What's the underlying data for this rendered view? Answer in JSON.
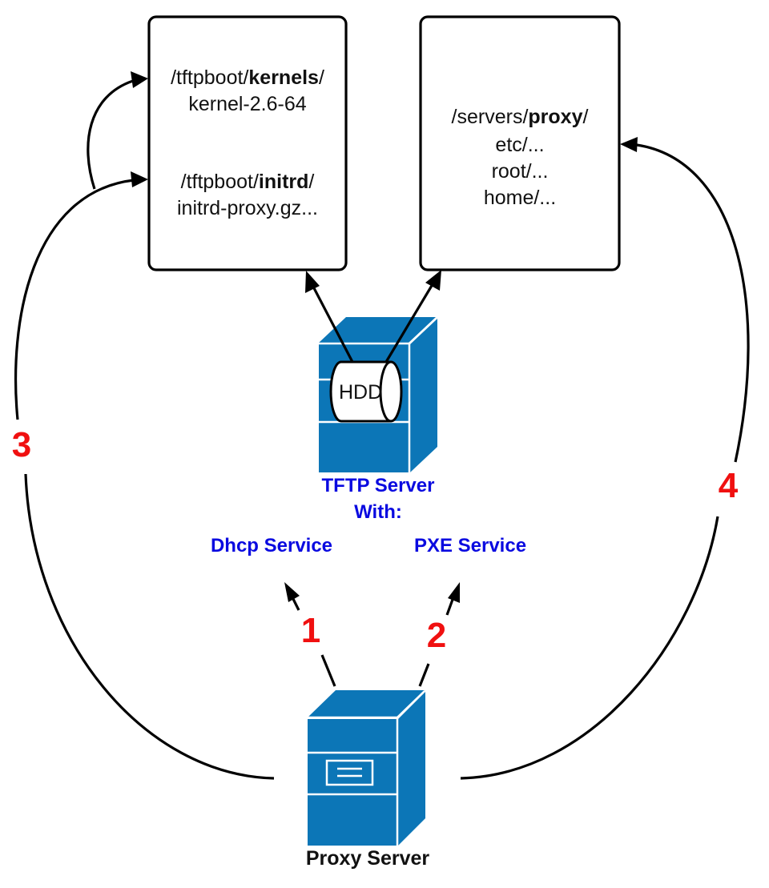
{
  "colors": {
    "server_blue": "#0c76b7",
    "label_blue": "#0a0ae0",
    "step_red": "#f01010",
    "stroke": "#000000"
  },
  "boxes": {
    "tftpboot": {
      "lines": [
        {
          "prefix": "/tftpboot/",
          "bold": "kernels",
          "suffix": "/"
        },
        {
          "prefix": "kernel-2.6-64",
          "bold": "",
          "suffix": ""
        },
        {
          "prefix": "/tftpboot/",
          "bold": "initrd",
          "suffix": "/"
        },
        {
          "prefix": "initrd-proxy.gz...",
          "bold": "",
          "suffix": ""
        }
      ]
    },
    "servers": {
      "lines": [
        {
          "prefix": "/servers/",
          "bold": "proxy",
          "suffix": "/"
        },
        {
          "prefix": "etc/...",
          "bold": "",
          "suffix": ""
        },
        {
          "prefix": "root/...",
          "bold": "",
          "suffix": ""
        },
        {
          "prefix": "home/...",
          "bold": "",
          "suffix": ""
        }
      ]
    }
  },
  "tftp_server": {
    "icon": "server-icon",
    "disk_label": "HDD",
    "title_line1": "TFTP Server",
    "title_line2": "With:",
    "service_left": "Dhcp Service",
    "service_right": "PXE Service"
  },
  "proxy_server": {
    "icon": "server-icon",
    "label": "Proxy Server"
  },
  "steps": [
    "1",
    "2",
    "3",
    "4"
  ]
}
